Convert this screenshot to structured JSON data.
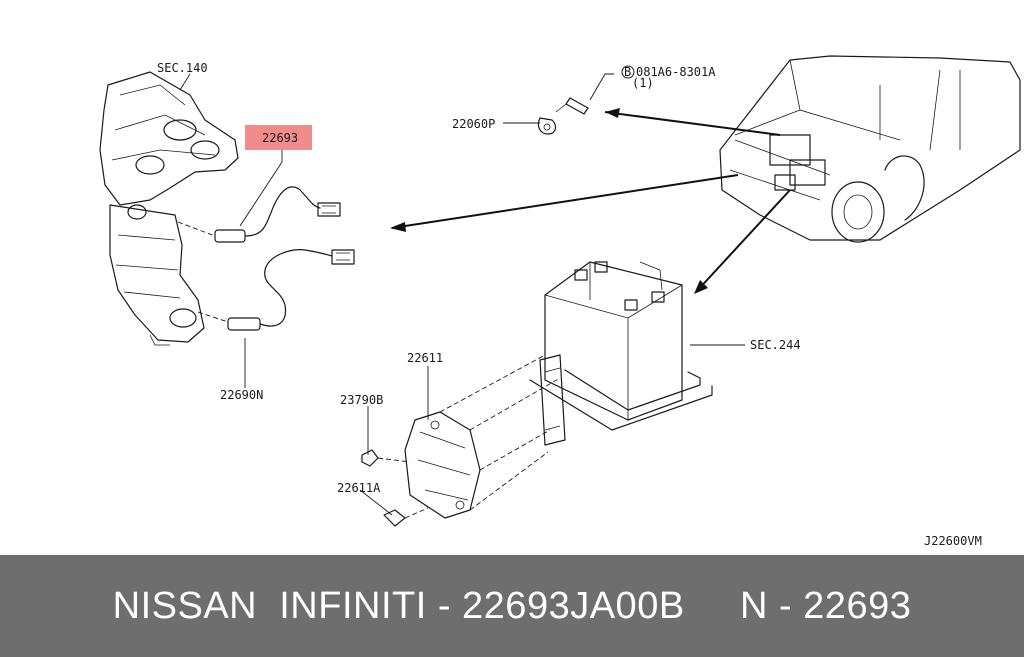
{
  "labels": {
    "sec140": "SEC.140",
    "part22693": "22693",
    "part22690N": "22690N",
    "bolt_ref": "081A6-8301A",
    "bolt_ref_circle": "B",
    "bolt_qty": "(1)",
    "part22060P": "22060P",
    "part22611": "22611",
    "part23790B": "23790B",
    "part22611A": "22611A",
    "sec244": "SEC.244",
    "diagram_id": "J22600VM"
  },
  "highlight_color": "#f08080",
  "footer": {
    "brand": "NISSAN  INFINITI - 22693JA00B     N - 22693",
    "background": "#6e6e6e",
    "text_color": "#ffffff"
  }
}
